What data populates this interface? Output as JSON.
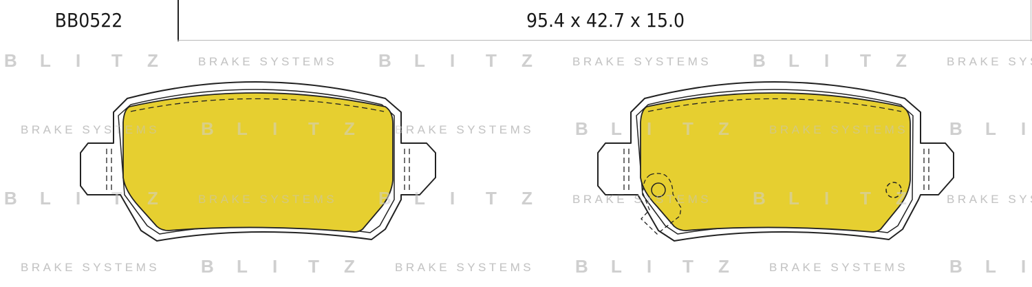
{
  "header": {
    "part_code": "BB0522",
    "dimensions": "95.4 x 42.7 x 15.0"
  },
  "watermark": {
    "brand_letters": [
      "B",
      "L",
      "I",
      "T",
      "Z"
    ],
    "tagline": "BRAKE SYSTEMS"
  },
  "colors": {
    "pad_fill": "#e6cf30",
    "outline": "#222222",
    "watermark": "#c8c8c8"
  }
}
